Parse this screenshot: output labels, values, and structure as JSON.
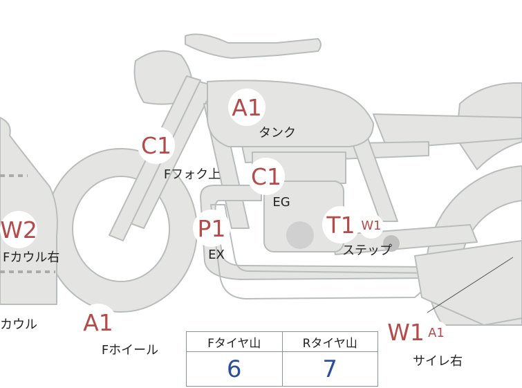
{
  "diagram": {
    "colors": {
      "part_fill": "#e4e5e3",
      "part_stroke": "#b9bcbd",
      "grade_text": "#b54a4a",
      "value_text": "#2d4f9a"
    },
    "marks": [
      {
        "id": "tank",
        "grade": "A1",
        "label": "タンク"
      },
      {
        "id": "ffork-upper",
        "grade": "C1",
        "label": "Fフォク上"
      },
      {
        "id": "eg",
        "grade": "C1",
        "label": "EG"
      },
      {
        "id": "ex",
        "grade": "P1",
        "label": "EX"
      },
      {
        "id": "step",
        "grade": "T1",
        "extra": "W1",
        "label": "ステップ"
      },
      {
        "id": "fcowl-right",
        "grade": "W2",
        "label": "Fカウル右"
      },
      {
        "id": "fcowl",
        "label": "カウル"
      },
      {
        "id": "fwheel",
        "grade": "A1",
        "label": "Fホイール"
      },
      {
        "id": "silencer-right",
        "grade": "W1",
        "extra": "A1",
        "label": "サイレ右"
      }
    ]
  },
  "tire_table": {
    "headers": [
      "Fタイヤ山",
      "Rタイヤ山"
    ],
    "values": [
      "6",
      "7"
    ]
  }
}
